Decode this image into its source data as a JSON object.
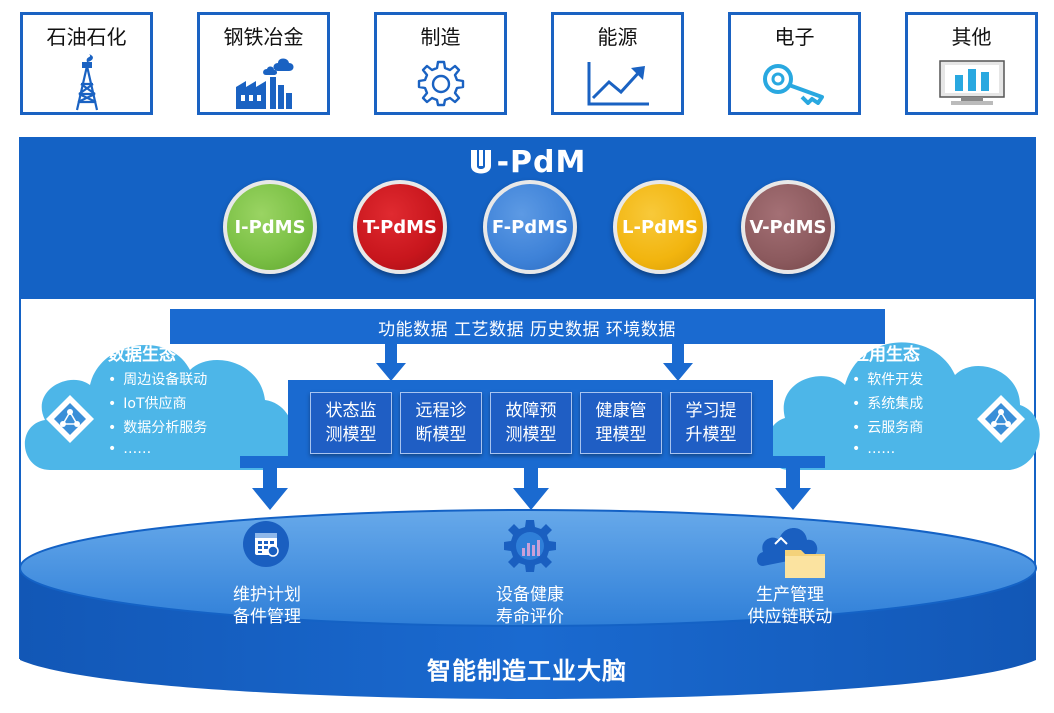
{
  "industries": [
    {
      "label": "石油石化",
      "icon": "oil-derrick-icon"
    },
    {
      "label": "钢铁冶金",
      "icon": "factory-icon"
    },
    {
      "label": "制造",
      "icon": "gear-icon"
    },
    {
      "label": "能源",
      "icon": "trend-chart-icon"
    },
    {
      "label": "电子",
      "icon": "key-icon"
    },
    {
      "label": "其他",
      "icon": "monitor-chart-icon"
    }
  ],
  "brand": {
    "title": "-PdM",
    "logo": "u-logo-icon"
  },
  "pdms": [
    {
      "label": "I-PdMS",
      "color": "#7cc146"
    },
    {
      "label": "T-PdMS",
      "color": "#c8161d"
    },
    {
      "label": "F-PdMS",
      "color": "#3e82d8"
    },
    {
      "label": "L-PdMS",
      "color": "#f2b50f"
    },
    {
      "label": "V-PdMS",
      "color": "#8c5a5e"
    }
  ],
  "data_bar": {
    "text": "功能数据  工艺数据  历史数据  环境数据"
  },
  "models": [
    "状态监测模型",
    "远程诊断模型",
    "故障预测模型",
    "健康管理模型",
    "学习提升模型"
  ],
  "models_lines": [
    [
      "状态监",
      "测模型"
    ],
    [
      "远程诊",
      "断模型"
    ],
    [
      "故障预",
      "测模型"
    ],
    [
      "健康管",
      "理模型"
    ],
    [
      "学习提",
      "升模型"
    ]
  ],
  "data_ecosystem": {
    "title": "数据生态",
    "items": [
      "周边设备联动",
      "IoT供应商",
      "数据分析服务",
      "……"
    ]
  },
  "app_ecosystem": {
    "title": "应用生态",
    "items": [
      "软件开发",
      "系统集成",
      "云服务商",
      "……"
    ]
  },
  "outcomes": [
    {
      "line1": "维护计划",
      "line2": "备件管理",
      "icon": "calendar-icon"
    },
    {
      "line1": "设备健康",
      "line2": "寿命评价",
      "icon": "gear-chart-icon"
    },
    {
      "line1": "生产管理",
      "line2": "供应链联动",
      "icon": "cloud-folder-icon"
    }
  ],
  "footer": {
    "title": "智能制造工业大脑"
  },
  "colors": {
    "primary": "#1462c5",
    "ellipse": "#4a95e2",
    "cloud": "#4db6e8"
  }
}
